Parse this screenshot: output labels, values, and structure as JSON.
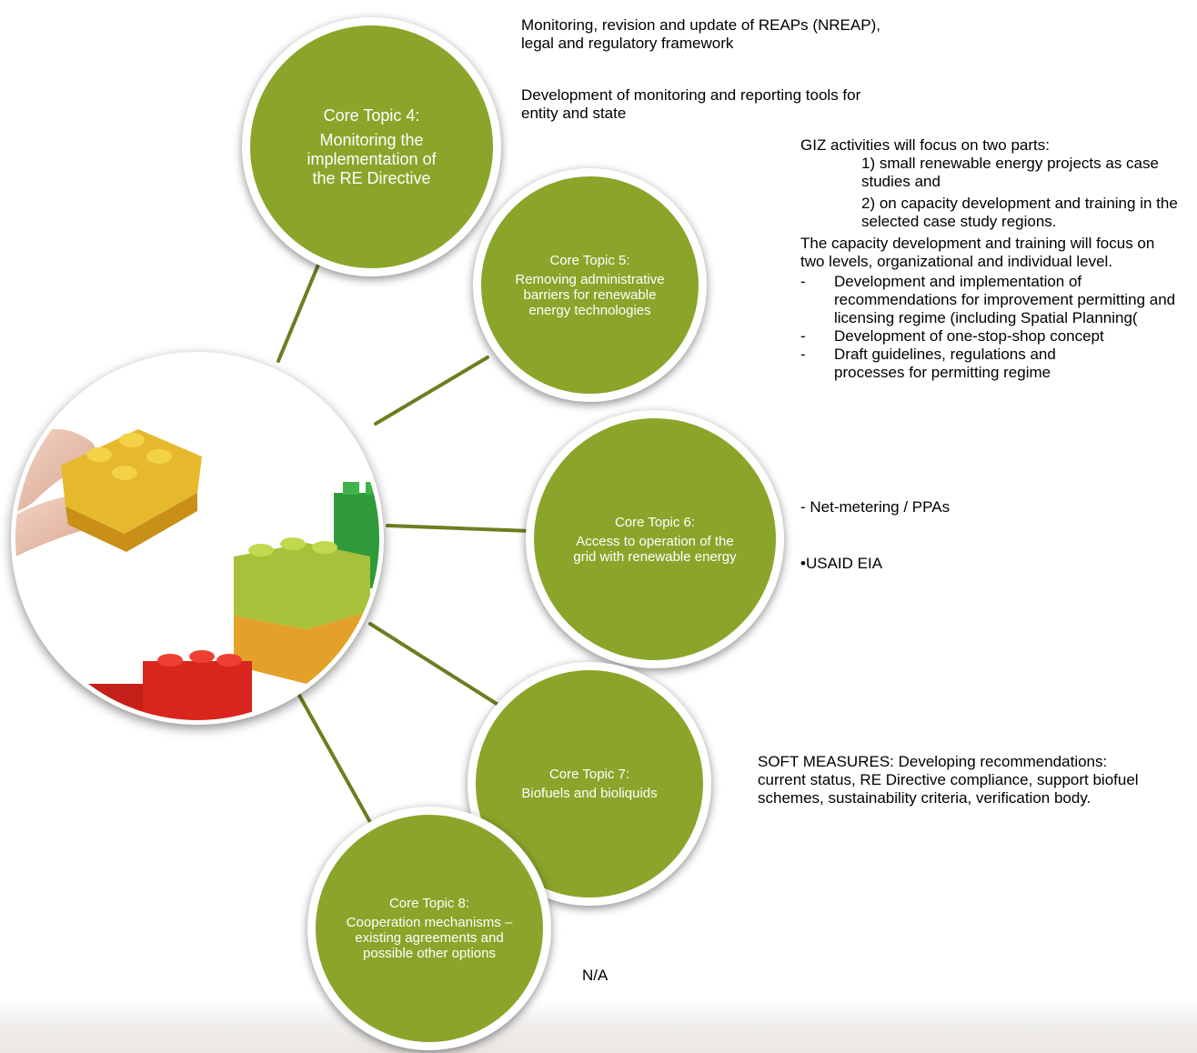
{
  "topics": [
    {
      "title": "Core Topic 4:",
      "subtitle": "Monitoring the implementation of the RE Directive"
    },
    {
      "title": "Core Topic 5:",
      "subtitle": "Removing administrative barriers for renewable energy technologies"
    },
    {
      "title": "Core Topic 6:",
      "subtitle": "Access to operation of the grid with renewable energy"
    },
    {
      "title": "Core Topic 7:",
      "subtitle": "Biofuels and bioliquids"
    },
    {
      "title": "Core Topic 8:",
      "subtitle": "Cooperation mechanisms – existing agreements and possible other options"
    }
  ],
  "notes": {
    "topic4": {
      "line1": "Monitoring, revision and update of REAPs (NREAP), legal and regulatory framework",
      "line2": "Development of monitoring and reporting tools for entity and state"
    },
    "topic5": {
      "intro": "GIZ activities will focus on two parts:",
      "part1": "1) small renewable energy projects as case studies and",
      "part2": "2) on capacity development and training in the selected case study regions.",
      "capacity": "The capacity development and training will focus on two levels, organizational and individual level.",
      "dash_items": [
        "Development and implementation of recommendations for improvement permitting and licensing regime (including Spatial Planning(",
        "Development of one-stop-shop concept",
        "Draft guidelines, regulations and processes for permitting regime"
      ]
    },
    "topic6": {
      "netmetering": "- Net-metering / PPAs",
      "usaid": "•USAID EIA"
    },
    "topic7": {
      "soft": "SOFT MEASURES: Developing recommendations: current status, RE Directive compliance, support biofuel schemes, sustainability criteria, verification body."
    },
    "topic8": {
      "na": "N/A"
    }
  },
  "colors": {
    "circle_fill": "#8aa52a",
    "connector": "#6b7f21"
  }
}
